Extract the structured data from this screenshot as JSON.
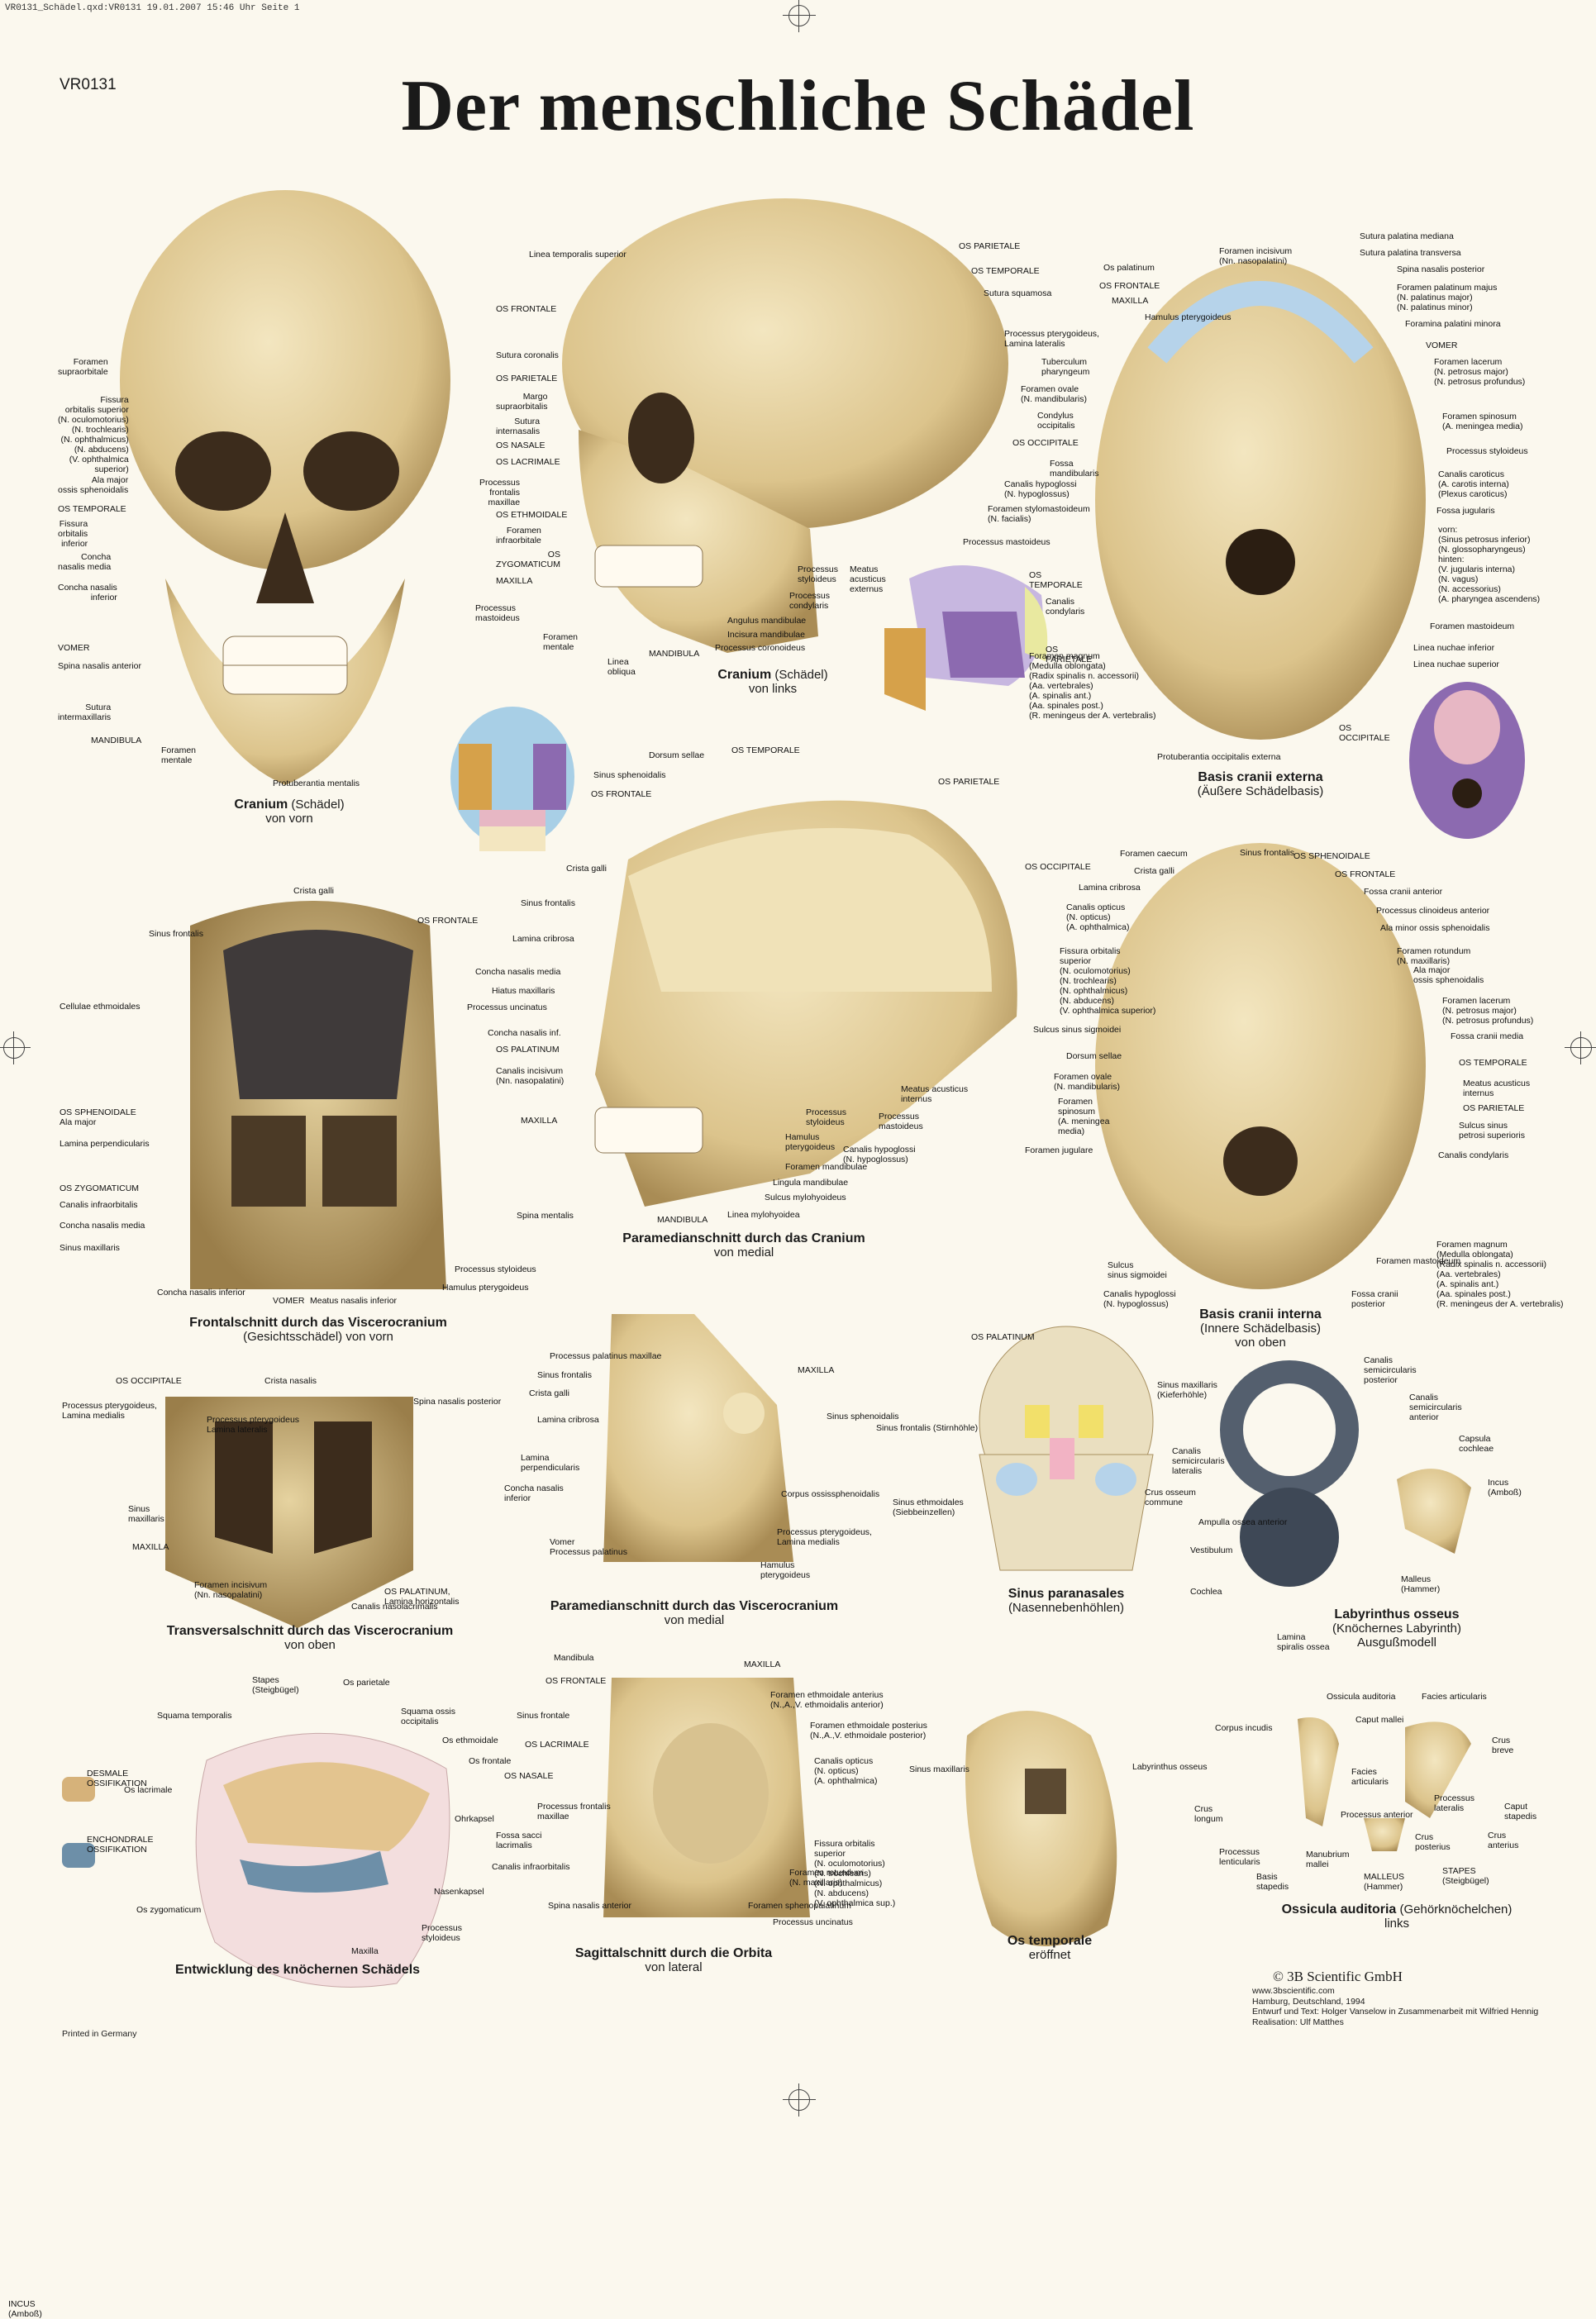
{
  "print_header": "VR0131_Schädel.qxd:VR0131  19.01.2007  15:46 Uhr  Seite 1",
  "code": "VR0131",
  "title": "Der menschliche Schädel",
  "colors": {
    "background": "#fbf8ee",
    "bone": "#e8d7a6",
    "bone_shadow": "#b59a62",
    "cartilage": "#5e6e80",
    "desmal": "#d6b27a",
    "enchondral": "#6d8fa8"
  },
  "captions": {
    "front": {
      "bold": "Cranium",
      "rest": " (Schädel)",
      "line2": "von vorn"
    },
    "left": {
      "bold": "Cranium",
      "rest": " (Schädel)",
      "line2": "von links"
    },
    "basis_ext": {
      "bold": "Basis cranii externa",
      "line2": "(Äußere Schädelbasis)"
    },
    "frontal": {
      "bold": "Frontalschnitt durch das Viscerocranium",
      "line2": "(Gesichtsschädel) von vorn"
    },
    "paramed_cran": {
      "bold": "Paramedianschnitt durch das Cranium",
      "line2": "von medial"
    },
    "basis_int": {
      "bold": "Basis cranii interna",
      "line2": "(Innere Schädelbasis)",
      "line3": "von oben"
    },
    "transvers": {
      "bold": "Transversalschnitt durch das Viscerocranium",
      "line2": "von oben"
    },
    "paramed_visc": {
      "bold": "Paramedianschnitt durch das Viscerocranium",
      "line2": "von medial"
    },
    "sinus": {
      "bold": "Sinus paranasales",
      "line2": "(Nasennebenhöhlen)"
    },
    "labyrinth": {
      "bold": "Labyrinthus osseus",
      "line2": "(Knöchernes Labyrinth)",
      "line3": "Ausgußmodell"
    },
    "entwicklung": {
      "bold": "Entwicklung des knöchernen Schädels"
    },
    "sagittal": {
      "bold": "Sagittalschnitt durch die Orbita",
      "line2": "von lateral"
    },
    "os_temporale": {
      "bold": "Os temporale",
      "line2": "eröffnet"
    },
    "ossicula": {
      "bold": "Ossicula auditoria",
      "rest": " (Gehörknöchelchen)",
      "line2": "links"
    }
  },
  "legend": {
    "desmal": "DESMALE\nOSSIFIKATION",
    "enchondral": "ENCHONDRALE\nOSSIFIKATION"
  },
  "footer": {
    "brand": "© 3B Scientific GmbH",
    "lines": "www.3bscientific.com\nHamburg, Deutschland, 1994\nEntwurf und Text: Holger Vanselow in Zusammenarbeit mit Wilfried Hennig\nRealisation: Ulf Matthes",
    "printed": "Printed in Germany"
  },
  "labels": [
    "Foramen\nsupraorbitale",
    "Fissura\norbitalis superior\n(N. oculomotorius)\n(N. trochlearis)\n(N. ophthalmicus)\n(N. abducens)\n(V. ophthalmica\nsuperior)",
    "Ala major\nossis sphenoidalis",
    "OS TEMPORALE",
    "Fissura\norbitalis\ninferior",
    "Concha\nnasalis media",
    "Concha nasalis\ninferior",
    "VOMER",
    "Spina nasalis anterior",
    "Sutura\nintermaxillaris",
    "MANDIBULA",
    "Foramen\nmentale",
    "Protuberantia mentalis",
    "Linea temporalis superior",
    "OS FRONTALE",
    "Sutura coronalis",
    "OS PARIETALE",
    "Margo\nsupraorbitalis",
    "Sutura\ninternasalis",
    "OS NASALE",
    "OS LACRIMALE",
    "Processus\nfrontalis\nmaxillae",
    "OS ETHMOIDALE",
    "Foramen\ninfraorbitale",
    "OS\nZYGOMATICUM",
    "MAXILLA",
    "Processus\nmastoideus",
    "OS PARIETALE",
    "OS TEMPORALE",
    "Sutura squamosa",
    "Processus mastoideus",
    "Processus\nstyloideus",
    "Meatus\nacusticus\nexternus",
    "Processus\ncondylaris",
    "Angulus mandibulae",
    "Incisura mandibulae",
    "Processus coronoideus",
    "MANDIBULA",
    "Linea\nobliqua",
    "Foramen\nmentale",
    "Foramen incisivum\n(Nn. nasopalatini)",
    "Sutura palatina mediana",
    "Sutura palatina transversa",
    "Spina nasalis posterior",
    "Os palatinum",
    "OS FRONTALE",
    "MAXILLA",
    "Hamulus pterygoideus",
    "Processus pterygoideus,\nLamina lateralis",
    "Tuberculum\npharyngeum",
    "Foramen ovale\n(N. mandibularis)",
    "Condylus\noccipitalis",
    "OS OCCIPITALE",
    "Fossa\nmandibularis",
    "Canalis hypoglossi\n(N. hypoglossus)",
    "Foramen stylomastoideum\n(N. facialis)",
    "Foramen palatinum majus\n(N. palatinus major)\n(N. palatinus minor)",
    "Foramina palatini minora",
    "VOMER",
    "Foramen lacerum\n(N. petrosus major)\n(N. petrosus profundus)",
    "Foramen spinosum\n(A. meningea media)",
    "Processus styloideus",
    "Canalis caroticus\n(A. carotis interna)\n(Plexus caroticus)",
    "Fossa jugularis",
    "vorn:\n(Sinus petrosus inferior)\n(N. glossopharyngeus)\nhinten:\n(V. jugularis interna)\n(N. vagus)\n(N. accessorius)\n(A. pharyngea ascendens)",
    "Foramen mastoideum",
    "Linea nuchae inferior",
    "Linea nuchae superior",
    "OS\nOCCIPITALE",
    "OS\nTEMPORALE",
    "Canalis\ncondylaris",
    "OS\nPARIETALE",
    "Foramen magnum\n(Medulla oblongata)\n(Radix spinalis n. accessorii)\n(Aa. vertebrales)\n(A. spinalis ant.)\n(Aa. spinales post.)\n(R. meningeus der A. vertebralis)",
    "Protuberantia occipitalis externa",
    "Crista galli",
    "Sinus frontalis",
    "OS FRONTALE",
    "Cellulae ethmoidales",
    "OS SPHENOIDALE\nAla major",
    "Lamina perpendicularis",
    "OS ZYGOMATICUM",
    "Canalis infraorbitalis",
    "Concha nasalis media",
    "Sinus maxillaris",
    "Concha nasalis inferior",
    "VOMER",
    "Meatus nasalis inferior",
    "Processus styloideus",
    "Hamulus pterygoideus",
    "Dorsum sellae",
    "OS TEMPORALE",
    "Sinus sphenoidalis",
    "OS FRONTALE",
    "OS PARIETALE",
    "Crista galli",
    "Sinus frontalis",
    "Lamina cribrosa",
    "Concha nasalis media",
    "Hiatus maxillaris",
    "Processus uncinatus",
    "Concha nasalis inf.",
    "OS PALATINUM",
    "Canalis incisivum\n(Nn. nasopalatini)",
    "MAXILLA",
    "Spina mentalis",
    "MANDIBULA",
    "OS OCCIPITALE",
    "Sulcus sinus sigmoidei",
    "Meatus acusticus\ninternus",
    "Processus\nmastoideus",
    "Processus\nstyloideus",
    "Hamulus\npterygoideus",
    "Canalis hypoglossi\n(N. hypoglossus)",
    "Foramen mandibulae",
    "Lingula mandibulae",
    "Sulcus mylohyoideus",
    "Linea mylohyoidea",
    "Foramen caecum",
    "Crista galli",
    "Lamina cribrosa",
    "Canalis opticus\n(N. opticus)\n(A. ophthalmica)",
    "Fissura orbitalis\nsuperior\n(N. oculomotorius)\n(N. trochlearis)\n(N. ophthalmicus)\n(N. abducens)\n(V. ophthalmica superior)",
    "Dorsum sellae",
    "Foramen ovale\n(N. mandibularis)",
    "Foramen\nspinosum\n(A. meningea\nmedia)",
    "Foramen jugulare",
    "Sulcus\nsinus sigmoidei",
    "Canalis hypoglossi\n(N. hypoglossus)",
    "Sinus frontalis",
    "OS SPHENOIDALE",
    "OS FRONTALE",
    "Fossa cranii anterior",
    "Processus clinoideus anterior",
    "Ala minor ossis sphenoidalis",
    "Foramen rotundum\n(N. maxillaris)",
    "Ala major\nossis sphenoidalis",
    "Foramen lacerum\n(N. petrosus major)\n(N. petrosus profundus)",
    "Fossa cranii media",
    "OS TEMPORALE",
    "Meatus acusticus\ninternus",
    "OS PARIETALE",
    "Sulcus sinus\npetrosi superioris",
    "Canalis condylaris",
    "Foramen magnum\n(Medulla oblongata)\n(Radix spinalis n. accessorii)\n(Aa. vertebrales)\n(A. spinalis ant.)\n(Aa. spinales post.)\n(R. meningeus der A. vertebralis)",
    "Foramen mastoideum",
    "Fossa cranii\nposterior",
    "OS OCCIPITALE",
    "Processus pterygoideus,\nLamina medialis",
    "Processus pterygoideus\nLamina lateralis",
    "Sinus\nmaxillaris",
    "MAXILLA",
    "Foramen incisivum\n(Nn. nasopalatini)",
    "Crista nasalis",
    "Spina nasalis posterior",
    "OS PALATINUM,\nLamina horizontalis",
    "Canalis nasolacrimalis",
    "Processus palatinus maxillae",
    "Sinus frontalis",
    "Crista galli",
    "Lamina cribrosa",
    "Lamina\nperpendicularis",
    "Concha nasalis\ninferior",
    "Vomer\nProcessus palatinus",
    "MAXILLA",
    "Sinus sphenoidalis",
    "Corpus ossissphenoidalis",
    "Processus pterygoideus,\nLamina medialis",
    "Hamulus\npterygoideus",
    "OS PALATINUM",
    "Sinus frontalis (Stirnhöhle)",
    "Sinus ethmoidales\n(Siebbeinzellen)",
    "Sinus maxillaris\n(Kieferhöhle)",
    "Canalis\nsemicircularis\nposterior",
    "Canalis\nsemicircularis\nanterior",
    "Canalis\nsemicircularis\nlateralis",
    "Crus osseum\ncommune",
    "Ampulla ossea anterior",
    "Vestibulum",
    "Cochlea",
    "Lamina\nspiralis ossea",
    "Capsula\ncochleae",
    "Incus\n(Amboß)",
    "Malleus\n(Hammer)",
    "Stapes\n(Steigbügel)",
    "Os parietale",
    "Squama temporalis",
    "Squama ossis\noccipitalis",
    "Os ethmoidale",
    "Os frontale",
    "Os lacrimale",
    "Ohrkapsel",
    "Nasenkapsel",
    "Os zygomaticum",
    "Processus\nstyloideus",
    "Maxilla",
    "Mandibula",
    "OS FRONTALE",
    "Sinus frontale",
    "OS LACRIMALE",
    "OS NASALE",
    "Processus frontalis\nmaxillae",
    "Fossa sacci\nlacrimalis",
    "Canalis infraorbitalis",
    "Spina nasalis anterior",
    "MAXILLA",
    "Foramen ethmoidale anterius\n(N.,A.,V. ethmoidalis anterior)",
    "Foramen ethmoidale posterius\n(N.,A.,V. ethmoidale posterior)",
    "Canalis opticus\n(N. opticus)\n(A. ophthalmica)",
    "Fissura orbitalis\nsuperior\n(N. oculomotorius)\n(N. trochlearis)\n(N. ophthalmicus)\n(N. abducens)\n(V. ophthalmica sup.)",
    "Foramen rotundum\n(N. maxillaris)",
    "Foramen sphenopalatinum",
    "Processus uncinatus",
    "Sinus maxillaris",
    "Labyrinthus osseus",
    "Ossicula auditoria",
    "Facies articularis",
    "Corpus incudis",
    "Caput mallei",
    "Crus\nbreve",
    "Facies\narticularis",
    "Processus\nlateralis",
    "Caput\nstapedis",
    "Crus\nlongum",
    "Processus anterior",
    "Crus\nposterius",
    "Crus\nanterius",
    "Processus\nlenticularis",
    "Manubrium\nmallei",
    "Basis\nstapedis",
    "MALLEUS\n(Hammer)",
    "STAPES\n(Steigbügel)",
    "INCUS\n(Amboß)"
  ]
}
